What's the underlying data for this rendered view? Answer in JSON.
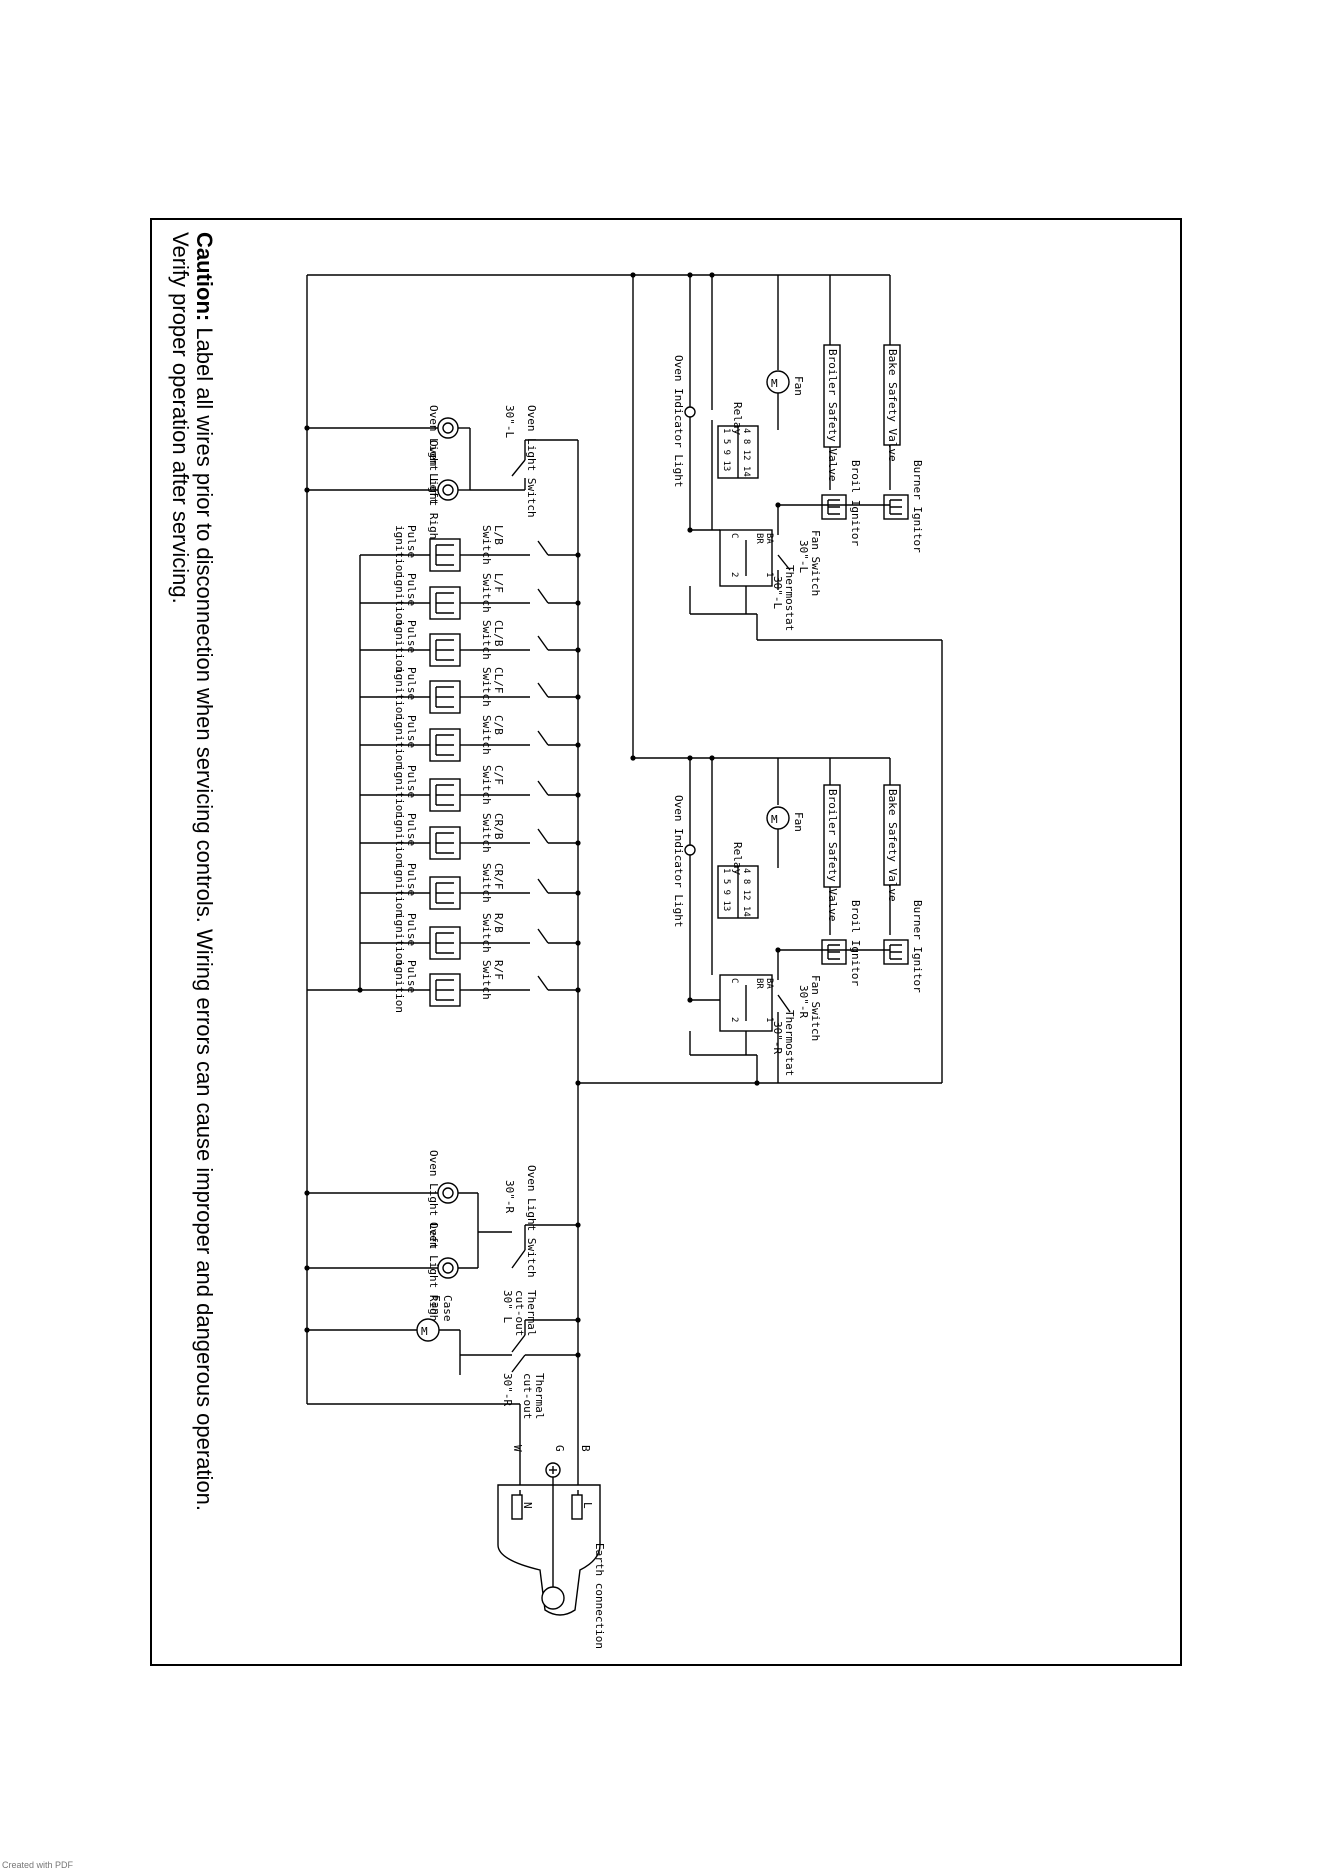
{
  "caution": {
    "bold": "Caution:",
    "line1": " Label all wires prior to disconnection when servicing controls. Wiring errors can cause improper and dangerous operation.",
    "line2": "Verify proper operation after servicing."
  },
  "oven_left": {
    "bake_valve": "Bake Safety Valve",
    "broil_valve": "Broiler Safety Valve",
    "burner_ignitor": "Burner Ignitor",
    "broil_ignitor": "Broil Ignitor",
    "fan": "Fan",
    "relay": "Relay",
    "relay_pins_top": "4 8 12 14",
    "relay_pins_bottom": "1 5 9 13",
    "indicator": "Oven Indicator Light",
    "thermostat": "Thermostat",
    "thermostat_rating": "30\"-L",
    "fan_switch": "Fan Switch",
    "fan_switch_rating": "30\"-L",
    "t_ba": "BA",
    "t_br": "BR",
    "t_c": "C",
    "t_1": "1",
    "t_2": "2"
  },
  "oven_right": {
    "bake_valve": "Bake Safety Valve",
    "broil_valve": "Broiler Safety Valve",
    "burner_ignitor": "Burner Ignitor",
    "broil_ignitor": "Broil Ignitor",
    "fan": "Fan",
    "relay": "Relay",
    "relay_pins_top": "4 8 12 14",
    "relay_pins_bottom": "1 5 9 13",
    "indicator": "Oven Indicator Light",
    "thermostat": "Thermostat",
    "thermostat_rating": "30\"-R",
    "fan_switch": "Fan Switch",
    "fan_switch_rating": "30\"-R",
    "t_ba": "BA",
    "t_br": "BR",
    "t_c": "C",
    "t_1": "1",
    "t_2": "2"
  },
  "lights_left": {
    "switch": "Oven Light Switch",
    "rating": "30\"-L",
    "left": "Oven Light Left",
    "right": "Oven Light Right"
  },
  "lights_right": {
    "switch": "Oven Light Switch",
    "rating": "30\"-R",
    "left": "Oven Light Left",
    "right": "Oven Light Right"
  },
  "burners": {
    "pulse": "Pulse",
    "ignition": "ignition",
    "switch_word": "Switch",
    "names": [
      "L/B",
      "L/F",
      "CL/B",
      "CL/F",
      "C/B",
      "C/F",
      "CR/B",
      "CR/F",
      "R/B",
      "R/F"
    ]
  },
  "thermal_left": {
    "line1": "Thermal",
    "line2": "cut-out",
    "rating": "30\" L"
  },
  "thermal_right": {
    "line1": "Thermal",
    "line2": "cut-out",
    "rating": "30\"-R"
  },
  "case_fan": {
    "line1": "Case",
    "line2": "Fan"
  },
  "plug": {
    "B": "B",
    "G": "G",
    "W": "W",
    "L": "L",
    "N": "N",
    "earth": "Earth connection"
  },
  "footer": "Created with PDF"
}
